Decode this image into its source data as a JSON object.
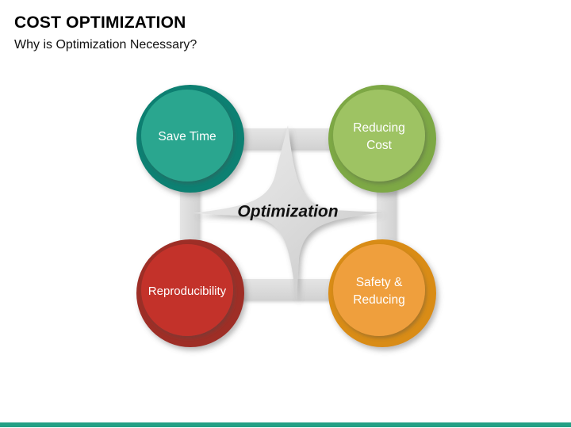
{
  "slide": {
    "title": "COST OPTIMIZATION",
    "subtitle": "Why is Optimization Necessary?"
  },
  "diagram": {
    "center": {
      "label": "Optimization",
      "shape": "four-point-star",
      "fill": "#d9d9d9"
    },
    "nodes": [
      {
        "id": "save-time",
        "label": "Save Time",
        "line1": "Save Time",
        "line2": "",
        "position": "top-left",
        "ring_color": "#0e8072",
        "fill_color": "#2ba68f",
        "text_color": "#ffffff"
      },
      {
        "id": "reducing-cost",
        "label": "Reducing Cost",
        "line1": "Reducing",
        "line2": "Cost",
        "position": "top-right",
        "ring_color": "#7da845",
        "fill_color": "#9ec364",
        "text_color": "#ffffff"
      },
      {
        "id": "reproducibility",
        "label": "Reproducibility",
        "line1": "Reproducibility",
        "line2": "",
        "position": "bottom-left",
        "ring_color": "#9e2f28",
        "fill_color": "#c3332c",
        "text_color": "#ffffff"
      },
      {
        "id": "safety-reducing",
        "label": "Safety & Reducing",
        "line1": "Safety &",
        "line2": "Reducing",
        "position": "bottom-right",
        "ring_color": "#d98c15",
        "fill_color": "#ef9f3d",
        "text_color": "#ffffff"
      }
    ],
    "connectors": [
      {
        "id": "top-connector",
        "from": "save-time",
        "to": "reducing-cost",
        "orientation": "horizontal",
        "color": "#dcdcdc"
      },
      {
        "id": "left-connector",
        "from": "save-time",
        "to": "reproducibility",
        "orientation": "vertical",
        "color": "#dcdcdc"
      },
      {
        "id": "right-connector",
        "from": "reducing-cost",
        "to": "safety-reducing",
        "orientation": "vertical",
        "color": "#dcdcdc"
      },
      {
        "id": "bottom-connector",
        "from": "reproducibility",
        "to": "safety-reducing",
        "orientation": "horizontal",
        "color": "#dcdcdc"
      }
    ]
  },
  "footer": {
    "accent_color": "#23a085"
  }
}
